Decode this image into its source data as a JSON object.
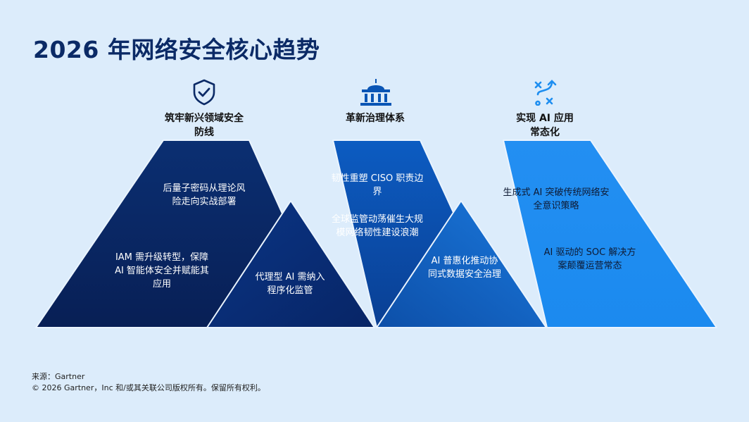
{
  "title": "2026 年网络安全核心趋势",
  "columns": [
    {
      "icon": "shield-check-icon",
      "heading": [
        "筑牢新兴领域安全",
        "防线"
      ]
    },
    {
      "icon": "government-building-icon",
      "heading": [
        "革新治理体系"
      ]
    },
    {
      "icon": "strategy-play-icon",
      "heading": [
        "实现 AI 应用",
        "常态化"
      ]
    }
  ],
  "trends": [
    {
      "lines": [
        "后量子密码从理论风",
        "险走向实战部署"
      ]
    },
    {
      "lines": [
        "IAM 需升级转型，保障",
        "AI 智能体安全并赋能其",
        "应用"
      ]
    },
    {
      "lines": [
        "代理型 AI 需纳入",
        "程序化监管"
      ]
    },
    {
      "lines": [
        "韧性重塑 CISO 职责边",
        "界"
      ]
    },
    {
      "lines": [
        "全球监管动荡催生大规",
        "模网络韧性建设浪潮"
      ]
    },
    {
      "lines": [
        "AI 普惠化推动协",
        "同式数据安全治理"
      ]
    },
    {
      "lines": [
        "生成式 AI 突破传统网络安",
        "全意识策略"
      ]
    },
    {
      "lines": [
        "AI 驱动的 SOC 解决方",
        "案颠覆运营常态"
      ]
    }
  ],
  "colors": {
    "background": "#dcecfb",
    "navy": "#0b2a66",
    "mid_blue": "#0a55b5",
    "light_blue": "#1e8ef0"
  },
  "footer": {
    "source": "来源：Gartner",
    "copyright": "© 2026 Gartner，Inc 和/或其关联公司版权所有。保留所有权利。"
  }
}
